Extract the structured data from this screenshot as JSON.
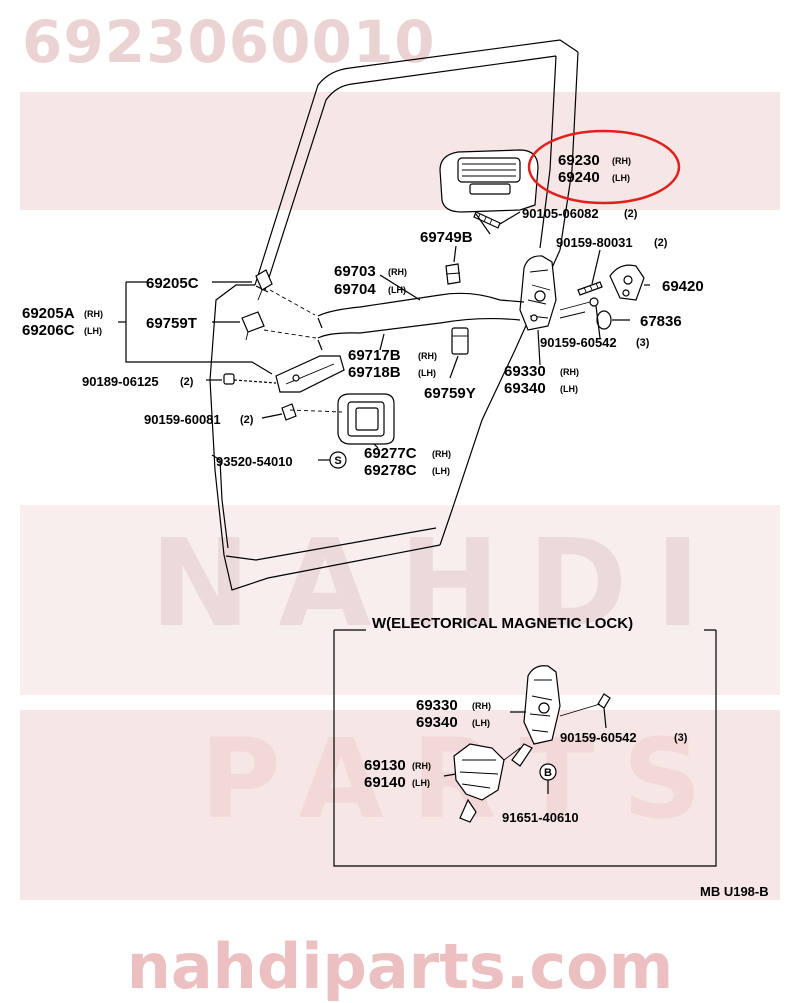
{
  "watermark": {
    "part_number": "6923060010",
    "brand_top": "NAHDI",
    "brand_bottom": "PARTS",
    "site": "nahdiparts.com"
  },
  "labels": {
    "p69230": "69230",
    "p69230_side": "(RH)",
    "p69240": "69240",
    "p69240_side": "(LH)",
    "p90105": "90105-06082",
    "p90105_qty": "(2)",
    "p69749B": "69749B",
    "p90159_80031": "90159-80031",
    "p90159_80031_qty": "(2)",
    "p69205C": "69205C",
    "p69703": "69703",
    "p69703_side": "(RH)",
    "p69704": "69704",
    "p69704_side": "(LH)",
    "p69420": "69420",
    "p69205A": "69205A",
    "p69205A_side": "(RH)",
    "p69206C": "69206C",
    "p69206C_side": "(LH)",
    "p69759T": "69759T",
    "p67836": "67836",
    "p90159_60542": "90159-60542",
    "p90159_60542_qty": "(3)",
    "p69717B": "69717B",
    "p69717B_side": "(RH)",
    "p69718B": "69718B",
    "p69718B_side": "(LH)",
    "p69330": "69330",
    "p69330_side": "(RH)",
    "p69340": "69340",
    "p69340_side": "(LH)",
    "p90189": "90189-06125",
    "p90189_qty": "(2)",
    "p69759Y": "69759Y",
    "p90159_60081": "90159-60081",
    "p90159_60081_qty": "(2)",
    "p69277C": "69277C",
    "p69277C_side": "(RH)",
    "p69278C": "69278C",
    "p69278C_side": "(LH)",
    "p93520": "93520-54010",
    "screw_symbol": "S",
    "inset_title": "W(ELECTORICAL MAGNETIC LOCK)",
    "i69330": "69330",
    "i69330_side": "(RH)",
    "i69340": "69340",
    "i69340_side": "(LH)",
    "i90159": "90159-60542",
    "i90159_qty": "(3)",
    "i69130": "69130",
    "i69130_side": "(RH)",
    "i69140": "69140",
    "i69140_side": "(LH)",
    "bolt_symbol": "B",
    "i91651": "91651-40610",
    "diagram_code": "MB U198-B"
  },
  "highlight_color": "#e0201c"
}
